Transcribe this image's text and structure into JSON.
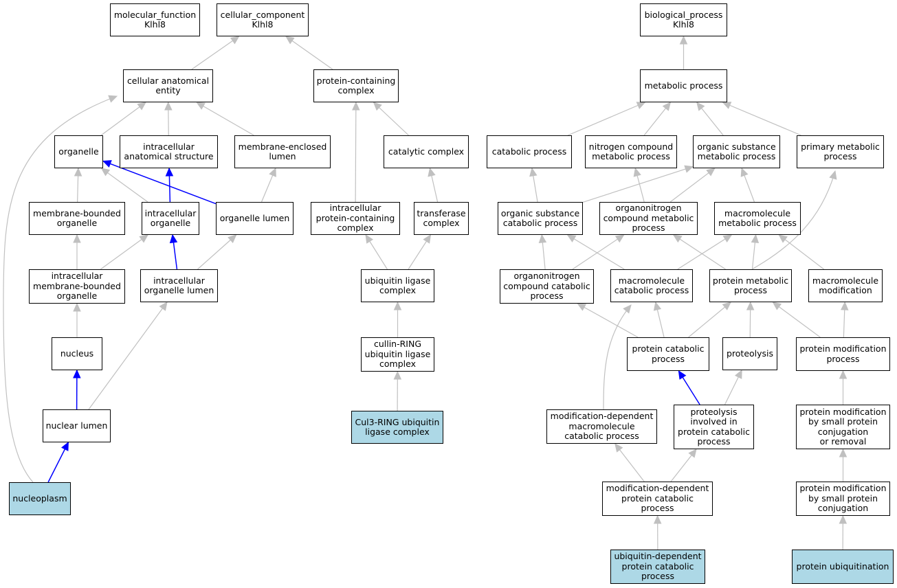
{
  "colors": {
    "edge_default": "#c0c0c0",
    "edge_highlight": "#0000ff",
    "node_fill": "#ffffff",
    "node_highlight_fill": "#add8e6",
    "node_border": "#000000"
  },
  "nodes": {
    "molecular_function": {
      "label": "molecular_function\nKlhl8",
      "highlight": false
    },
    "cellular_component": {
      "label": "cellular_component\nKlhl8",
      "highlight": false
    },
    "biological_process": {
      "label": "biological_process\nKlhl8",
      "highlight": false
    },
    "cellular_anatomical_entity": {
      "label": "cellular anatomical\nentity",
      "highlight": false
    },
    "protein_containing_complex": {
      "label": "protein-containing\ncomplex",
      "highlight": false
    },
    "metabolic_process": {
      "label": "metabolic process",
      "highlight": false
    },
    "organelle": {
      "label": "organelle",
      "highlight": false
    },
    "intracellular_anatomical_structure": {
      "label": "intracellular\nanatomical structure",
      "highlight": false
    },
    "membrane_enclosed_lumen": {
      "label": "membrane-enclosed\nlumen",
      "highlight": false
    },
    "catalytic_complex": {
      "label": "catalytic complex",
      "highlight": false
    },
    "catabolic_process": {
      "label": "catabolic process",
      "highlight": false
    },
    "nitrogen_compound_metabolic_process": {
      "label": "nitrogen compound\nmetabolic process",
      "highlight": false
    },
    "organic_substance_metabolic_process": {
      "label": "organic substance\nmetabolic process",
      "highlight": false
    },
    "primary_metabolic_process": {
      "label": "primary metabolic\nprocess",
      "highlight": false
    },
    "membrane_bounded_organelle": {
      "label": "membrane-bounded\norganelle",
      "highlight": false
    },
    "intracellular_organelle": {
      "label": "intracellular\norganelle",
      "highlight": false
    },
    "organelle_lumen": {
      "label": "organelle lumen",
      "highlight": false
    },
    "intracellular_protein_containing_complex": {
      "label": "intracellular\nprotein-containing\ncomplex",
      "highlight": false
    },
    "transferase_complex": {
      "label": "transferase\ncomplex",
      "highlight": false
    },
    "organic_substance_catabolic_process": {
      "label": "organic substance\ncatabolic process",
      "highlight": false
    },
    "organonitrogen_compound_metabolic_process": {
      "label": "organonitrogen\ncompound metabolic\nprocess",
      "highlight": false
    },
    "macromolecule_metabolic_process": {
      "label": "macromolecule\nmetabolic process",
      "highlight": false
    },
    "intracellular_membrane_bounded_organelle": {
      "label": "intracellular\nmembrane-bounded\norganelle",
      "highlight": false
    },
    "intracellular_organelle_lumen": {
      "label": "intracellular\norganelle lumen",
      "highlight": false
    },
    "ubiquitin_ligase_complex": {
      "label": "ubiquitin ligase\ncomplex",
      "highlight": false
    },
    "organonitrogen_compound_catabolic_process": {
      "label": "organonitrogen\ncompound catabolic\nprocess",
      "highlight": false
    },
    "macromolecule_catabolic_process": {
      "label": "macromolecule\ncatabolic process",
      "highlight": false
    },
    "protein_metabolic_process": {
      "label": "protein metabolic\nprocess",
      "highlight": false
    },
    "macromolecule_modification": {
      "label": "macromolecule\nmodification",
      "highlight": false
    },
    "nucleus": {
      "label": "nucleus",
      "highlight": false
    },
    "cullin_ring_ubiquitin_ligase_complex": {
      "label": "cullin-RING\nubiquitin ligase\ncomplex",
      "highlight": false
    },
    "protein_catabolic_process": {
      "label": "protein catabolic\nprocess",
      "highlight": false
    },
    "proteolysis": {
      "label": "proteolysis",
      "highlight": false
    },
    "protein_modification_process": {
      "label": "protein modification\nprocess",
      "highlight": false
    },
    "nuclear_lumen": {
      "label": "nuclear lumen",
      "highlight": false
    },
    "cul3_ring_ubiquitin_ligase_complex": {
      "label": "Cul3-RING ubiquitin\nligase complex",
      "highlight": true
    },
    "modification_dependent_macromolecule_catabolic_process": {
      "label": "modification-dependent\nmacromolecule\ncatabolic process",
      "highlight": false
    },
    "proteolysis_involved_in_protein_catabolic_process": {
      "label": "proteolysis\ninvolved in\nprotein catabolic\nprocess",
      "highlight": false
    },
    "protein_modification_by_small_protein_conjugation_or_removal": {
      "label": "protein modification\nby small protein\nconjugation\nor removal",
      "highlight": false
    },
    "nucleoplasm": {
      "label": "nucleoplasm",
      "highlight": true
    },
    "modification_dependent_protein_catabolic_process": {
      "label": "modification-dependent\nprotein catabolic\nprocess",
      "highlight": false
    },
    "protein_modification_by_small_protein_conjugation": {
      "label": "protein modification\nby small protein\nconjugation",
      "highlight": false
    },
    "ubiquitin_dependent_protein_catabolic_process": {
      "label": "ubiquitin-dependent\nprotein catabolic\nprocess",
      "highlight": true
    },
    "protein_ubiquitination": {
      "label": "protein ubiquitination",
      "highlight": true
    }
  },
  "edges": [
    {
      "from": "cellular_anatomical_entity",
      "to": "cellular_component",
      "highlight": false
    },
    {
      "from": "protein_containing_complex",
      "to": "cellular_component",
      "highlight": false
    },
    {
      "from": "metabolic_process",
      "to": "biological_process",
      "highlight": false
    },
    {
      "from": "organelle",
      "to": "cellular_anatomical_entity",
      "highlight": false
    },
    {
      "from": "intracellular_anatomical_structure",
      "to": "cellular_anatomical_entity",
      "highlight": false
    },
    {
      "from": "membrane_enclosed_lumen",
      "to": "cellular_anatomical_entity",
      "highlight": false
    },
    {
      "from": "nucleoplasm",
      "to": "cellular_anatomical_entity",
      "highlight": false
    },
    {
      "from": "catalytic_complex",
      "to": "protein_containing_complex",
      "highlight": false
    },
    {
      "from": "intracellular_protein_containing_complex",
      "to": "protein_containing_complex",
      "highlight": false
    },
    {
      "from": "membrane_bounded_organelle",
      "to": "organelle",
      "highlight": false
    },
    {
      "from": "intracellular_organelle",
      "to": "organelle",
      "highlight": false
    },
    {
      "from": "organelle_lumen",
      "to": "organelle",
      "highlight": true
    },
    {
      "from": "intracellular_organelle",
      "to": "intracellular_anatomical_structure",
      "highlight": true
    },
    {
      "from": "organelle_lumen",
      "to": "membrane_enclosed_lumen",
      "highlight": false
    },
    {
      "from": "intracellular_membrane_bounded_organelle",
      "to": "membrane_bounded_organelle",
      "highlight": false
    },
    {
      "from": "intracellular_membrane_bounded_organelle",
      "to": "intracellular_organelle",
      "highlight": false
    },
    {
      "from": "intracellular_organelle_lumen",
      "to": "intracellular_organelle",
      "highlight": true
    },
    {
      "from": "intracellular_organelle_lumen",
      "to": "organelle_lumen",
      "highlight": false
    },
    {
      "from": "nucleus",
      "to": "intracellular_membrane_bounded_organelle",
      "highlight": false
    },
    {
      "from": "nuclear_lumen",
      "to": "nucleus",
      "highlight": true
    },
    {
      "from": "nuclear_lumen",
      "to": "intracellular_organelle_lumen",
      "highlight": false
    },
    {
      "from": "nucleoplasm",
      "to": "nuclear_lumen",
      "highlight": true
    },
    {
      "from": "transferase_complex",
      "to": "catalytic_complex",
      "highlight": false
    },
    {
      "from": "ubiquitin_ligase_complex",
      "to": "intracellular_protein_containing_complex",
      "highlight": false
    },
    {
      "from": "ubiquitin_ligase_complex",
      "to": "transferase_complex",
      "highlight": false
    },
    {
      "from": "cullin_ring_ubiquitin_ligase_complex",
      "to": "ubiquitin_ligase_complex",
      "highlight": false
    },
    {
      "from": "cul3_ring_ubiquitin_ligase_complex",
      "to": "cullin_ring_ubiquitin_ligase_complex",
      "highlight": false
    },
    {
      "from": "catabolic_process",
      "to": "metabolic_process",
      "highlight": false
    },
    {
      "from": "nitrogen_compound_metabolic_process",
      "to": "metabolic_process",
      "highlight": false
    },
    {
      "from": "organic_substance_metabolic_process",
      "to": "metabolic_process",
      "highlight": false
    },
    {
      "from": "primary_metabolic_process",
      "to": "metabolic_process",
      "highlight": false
    },
    {
      "from": "organic_substance_catabolic_process",
      "to": "catabolic_process",
      "highlight": false
    },
    {
      "from": "organic_substance_catabolic_process",
      "to": "organic_substance_metabolic_process",
      "highlight": false
    },
    {
      "from": "organonitrogen_compound_metabolic_process",
      "to": "nitrogen_compound_metabolic_process",
      "highlight": false
    },
    {
      "from": "organonitrogen_compound_metabolic_process",
      "to": "organic_substance_metabolic_process",
      "highlight": false
    },
    {
      "from": "macromolecule_metabolic_process",
      "to": "organic_substance_metabolic_process",
      "highlight": false
    },
    {
      "from": "protein_metabolic_process",
      "to": "primary_metabolic_process",
      "highlight": false
    },
    {
      "from": "organonitrogen_compound_catabolic_process",
      "to": "organic_substance_catabolic_process",
      "highlight": false
    },
    {
      "from": "organonitrogen_compound_catabolic_process",
      "to": "organonitrogen_compound_metabolic_process",
      "highlight": false
    },
    {
      "from": "macromolecule_catabolic_process",
      "to": "organic_substance_catabolic_process",
      "highlight": false
    },
    {
      "from": "macromolecule_catabolic_process",
      "to": "macromolecule_metabolic_process",
      "highlight": false
    },
    {
      "from": "protein_metabolic_process",
      "to": "organonitrogen_compound_metabolic_process",
      "highlight": false
    },
    {
      "from": "protein_metabolic_process",
      "to": "macromolecule_metabolic_process",
      "highlight": false
    },
    {
      "from": "macromolecule_modification",
      "to": "macromolecule_metabolic_process",
      "highlight": false
    },
    {
      "from": "protein_catabolic_process",
      "to": "organonitrogen_compound_catabolic_process",
      "highlight": false
    },
    {
      "from": "protein_catabolic_process",
      "to": "macromolecule_catabolic_process",
      "highlight": false
    },
    {
      "from": "protein_catabolic_process",
      "to": "protein_metabolic_process",
      "highlight": false
    },
    {
      "from": "proteolysis",
      "to": "protein_metabolic_process",
      "highlight": false
    },
    {
      "from": "protein_modification_process",
      "to": "protein_metabolic_process",
      "highlight": false
    },
    {
      "from": "protein_modification_process",
      "to": "macromolecule_modification",
      "highlight": false
    },
    {
      "from": "modification_dependent_macromolecule_catabolic_process",
      "to": "macromolecule_catabolic_process",
      "highlight": false
    },
    {
      "from": "proteolysis_involved_in_protein_catabolic_process",
      "to": "protein_catabolic_process",
      "highlight": true
    },
    {
      "from": "proteolysis_involved_in_protein_catabolic_process",
      "to": "proteolysis",
      "highlight": false
    },
    {
      "from": "protein_modification_by_small_protein_conjugation_or_removal",
      "to": "protein_modification_process",
      "highlight": false
    },
    {
      "from": "modification_dependent_protein_catabolic_process",
      "to": "modification_dependent_macromolecule_catabolic_process",
      "highlight": false
    },
    {
      "from": "modification_dependent_protein_catabolic_process",
      "to": "proteolysis_involved_in_protein_catabolic_process",
      "highlight": false
    },
    {
      "from": "protein_modification_by_small_protein_conjugation",
      "to": "protein_modification_by_small_protein_conjugation_or_removal",
      "highlight": false
    },
    {
      "from": "ubiquitin_dependent_protein_catabolic_process",
      "to": "modification_dependent_protein_catabolic_process",
      "highlight": false
    },
    {
      "from": "protein_ubiquitination",
      "to": "protein_modification_by_small_protein_conjugation",
      "highlight": false
    }
  ]
}
